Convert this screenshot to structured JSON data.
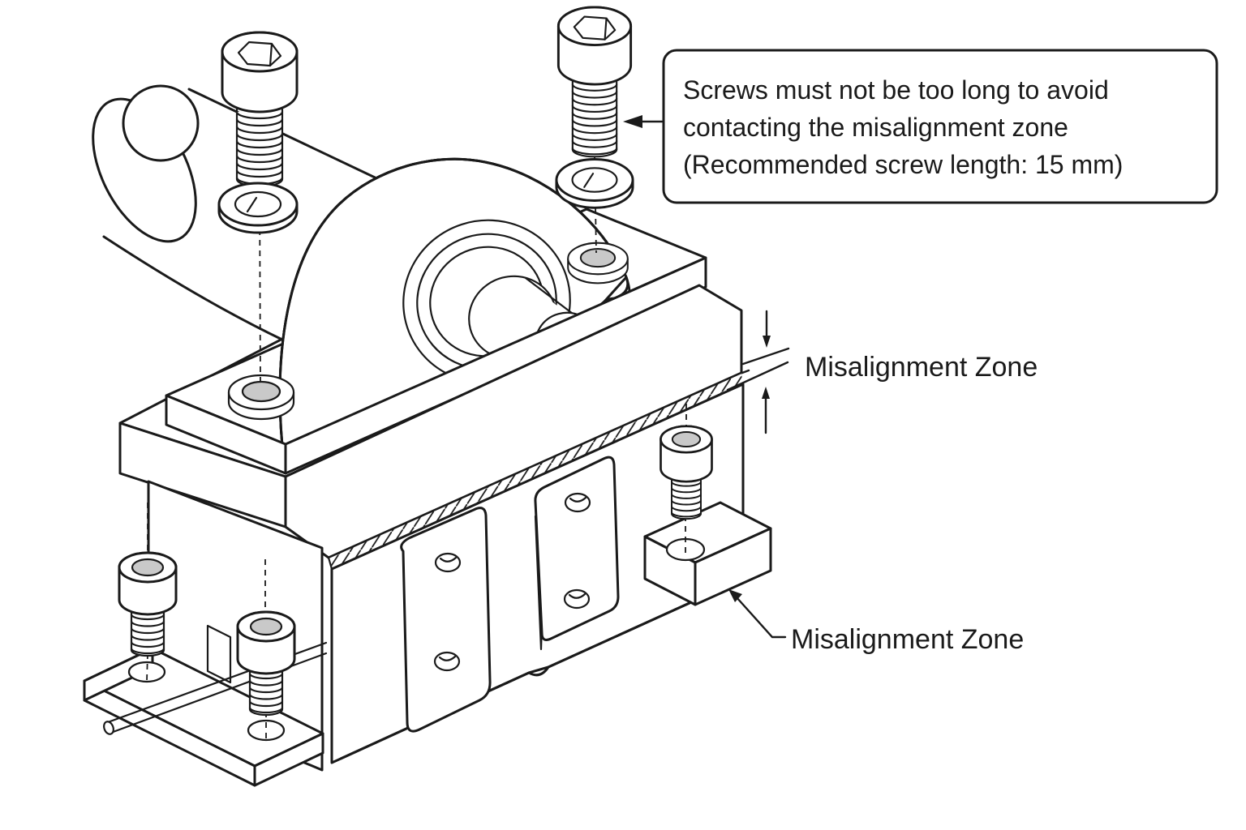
{
  "diagram": {
    "type": "technical-illustration",
    "callout": {
      "line1": "Screws must not be too long to avoid",
      "line2": "contacting the misalignment zone",
      "line3": "(Recommended screw length: 15 mm)"
    },
    "labels": {
      "zone_upper": "Misalignment Zone",
      "zone_lower": "Misalignment Zone"
    },
    "colors": {
      "line": "#1a1a1a",
      "socket_fill": "#c9c9c9",
      "background": "#ffffff"
    }
  }
}
